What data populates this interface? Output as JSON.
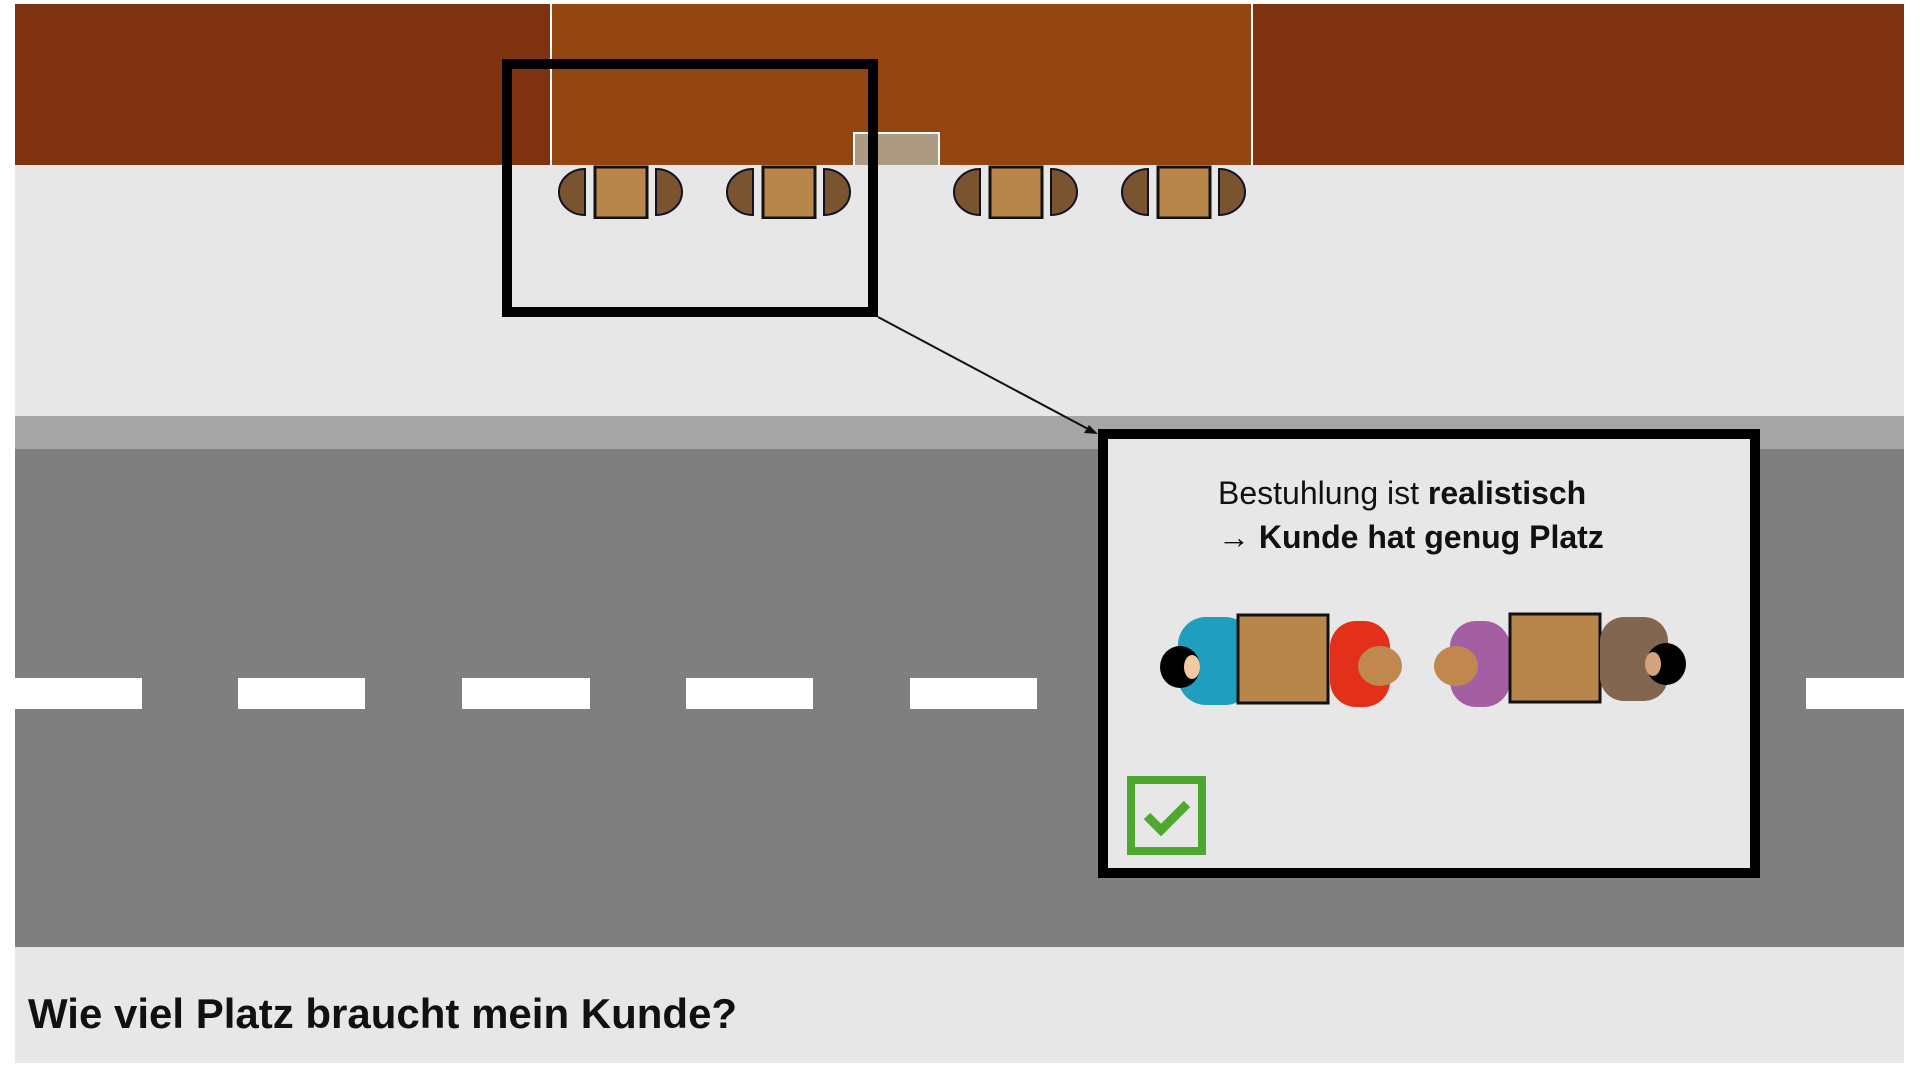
{
  "title": "Wie viel Platz braucht mein Kunde?",
  "callout": {
    "line1_regular": "Bestuhlung ist ",
    "line1_bold": "realistisch",
    "line2_arrow": "→ ",
    "line2_text": "Kunde hat genug Platz",
    "status_icon": "checkmark-icon"
  },
  "colors": {
    "building": "#7f3210",
    "shop": "#934611",
    "sidewalk": "#e7e7e7",
    "road": "#7f7f7f",
    "table": "#b8864a",
    "chair": "#7a5430",
    "check": "#4ea72e"
  }
}
